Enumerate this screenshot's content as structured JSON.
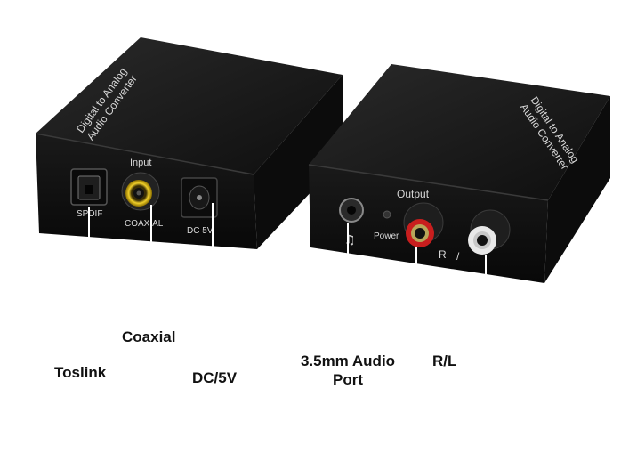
{
  "device_left": {
    "top_label": [
      "Digital to Analog",
      "Audio Converter"
    ],
    "input_label": "Input",
    "spdif_label": "SPDIF",
    "coaxial_label": "COAXIAL",
    "dc_label": "DC 5V"
  },
  "device_right": {
    "top_label": [
      "Digital to Analog",
      "Audio Converter"
    ],
    "output_label": "Output",
    "power_label": "Power",
    "r_label": "R",
    "slash_label": "/"
  },
  "callouts": {
    "toslink": "Toslink",
    "coaxial": "Coaxial",
    "dc": "DC/5V",
    "audio_port": [
      "3.5mm Audio",
      "Port"
    ],
    "rl": "R/L"
  },
  "colors": {
    "device_body": "#141414",
    "device_top": "#1c1c1c",
    "device_text": "#d8d8d8",
    "rca_yellow": "#d9b800",
    "rca_red": "#c81e1e",
    "rca_white": "#e8e8e8",
    "callout_line": "#ffffff"
  }
}
